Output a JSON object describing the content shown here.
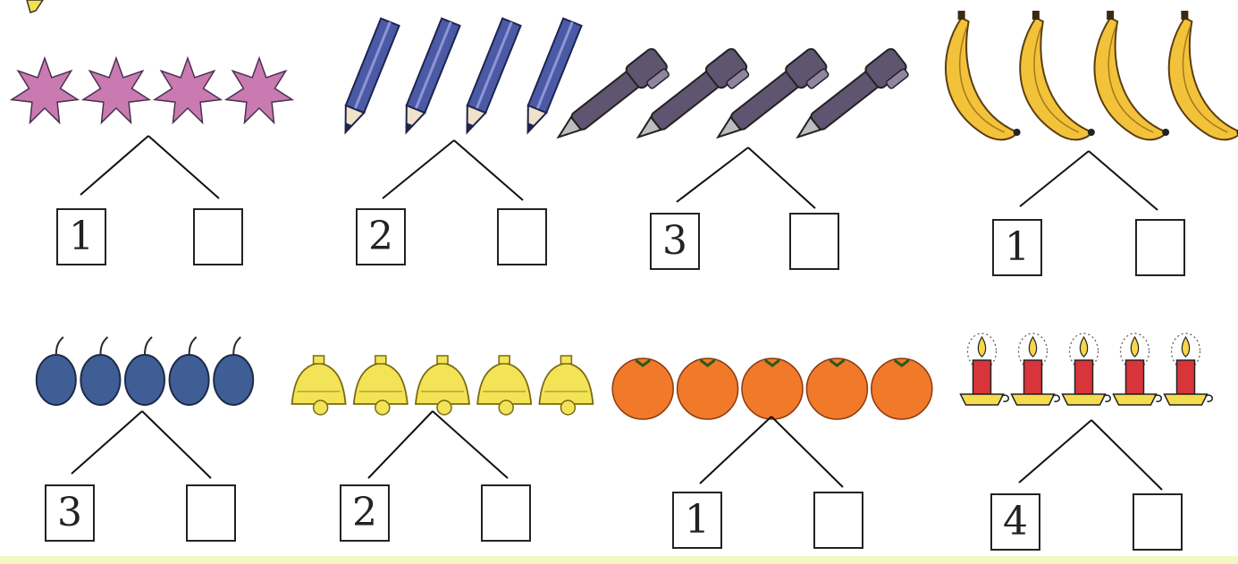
{
  "exercise": {
    "problems": [
      {
        "item": "star-icon",
        "count": 4,
        "given": "1",
        "color": "#c97bb1"
      },
      {
        "item": "pencil-icon",
        "count": 4,
        "given": "2",
        "color": "#4c5aa6"
      },
      {
        "item": "pen-icon",
        "count": 4,
        "given": "3",
        "color": "#5f5570"
      },
      {
        "item": "banana-icon",
        "count": 4,
        "given": "1",
        "color": "#f2c23a"
      },
      {
        "item": "plum-icon",
        "count": 5,
        "given": "3",
        "color": "#3f5e96"
      },
      {
        "item": "bell-icon",
        "count": 5,
        "given": "2",
        "color": "#f3e356"
      },
      {
        "item": "orange-icon",
        "count": 5,
        "given": "1",
        "color": "#f07a2a"
      },
      {
        "item": "candle-icon",
        "count": 5,
        "given": "4",
        "color": "#d8353a"
      }
    ],
    "answers": [
      "",
      "",
      "",
      "",
      "",
      "",
      "",
      ""
    ]
  }
}
